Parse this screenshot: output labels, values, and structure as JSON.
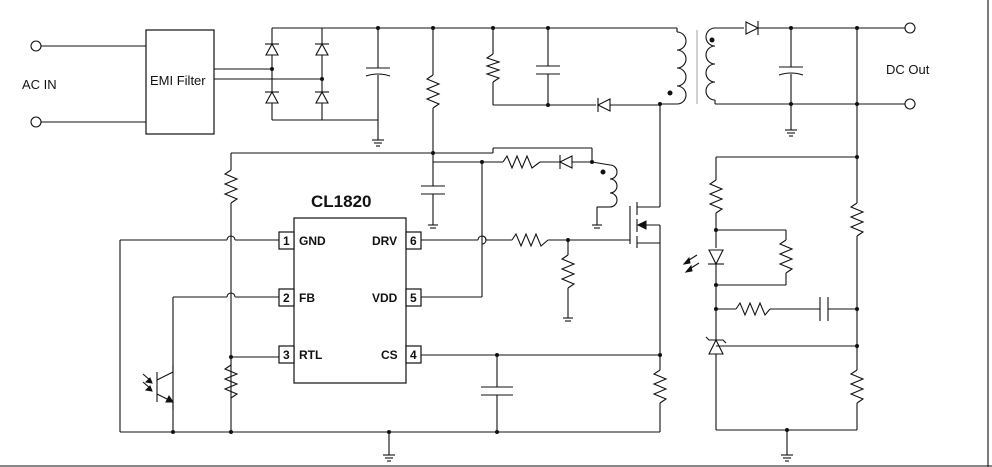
{
  "labels": {
    "ac_in": "AC IN",
    "emi_filter": "EMI Filter",
    "dc_out": "DC Out",
    "chip": "CL1820"
  },
  "pins": {
    "gnd": "GND",
    "gnd_num": "1",
    "fb": "FB",
    "fb_num": "2",
    "rtl": "RTL",
    "rtl_num": "3",
    "drv": "DRV",
    "drv_num": "6",
    "vdd": "VDD",
    "vdd_num": "5",
    "cs": "CS",
    "cs_num": "4"
  }
}
